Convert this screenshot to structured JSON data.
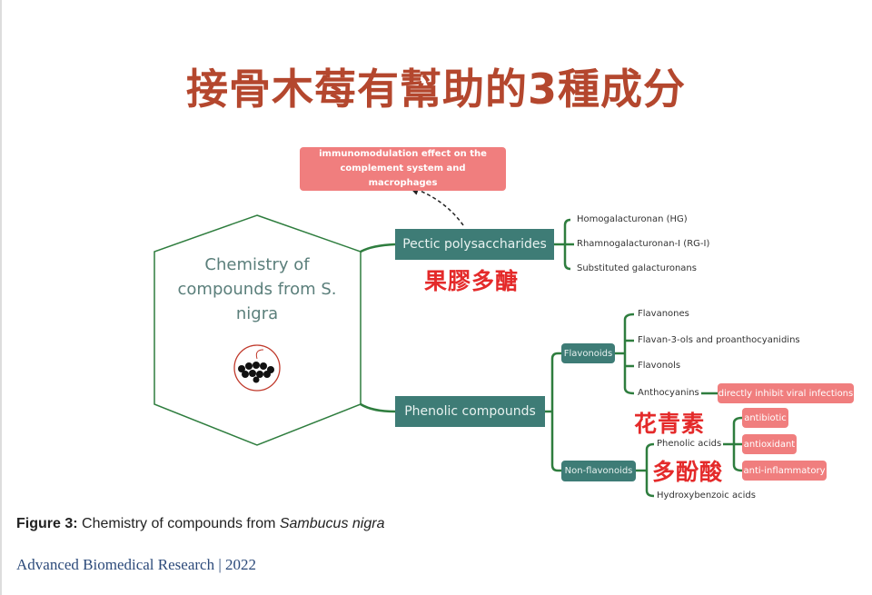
{
  "title": "接骨木莓有幫助的3種成分",
  "diagram": {
    "center": "Chemistry of compounds from S. nigra",
    "effect_top": "immunomodulation effect on the complement system and macrophages",
    "pectic": {
      "label": "Pectic polysaccharides",
      "zh": "果膠多醣",
      "items": [
        "Homogalacturonan (HG)",
        "Rhamnogalacturonan-I (RG-I)",
        "Substituted galacturonans"
      ]
    },
    "phenolic": {
      "label": "Phenolic compounds",
      "flavonoids": {
        "label": "Flavonoids",
        "items": [
          "Flavanones",
          "Flavan-3-ols and proanthocyanidins",
          "Flavonols",
          "Anthocyanins"
        ],
        "anthocyanin_effect": "directly inhibit viral infections",
        "zh": "花青素"
      },
      "non_flavonoids": {
        "label": "Non-flavonoids",
        "items": [
          "Phenolic acids",
          "Hydroxybenzoic acids"
        ],
        "effects": [
          "antibiotic",
          "antioxidant",
          "anti-inflammatory"
        ],
        "zh": "多酚酸"
      }
    }
  },
  "caption": {
    "bold": "Figure 3:",
    "text": " Chemistry of compounds from ",
    "italic": "Sambucus nigra"
  },
  "journal": "Advanced Biomedical Research | 2022",
  "colors": {
    "teal": "#3e7c76",
    "pink": "#f07e7e",
    "green": "#2e7d3e",
    "title": "#b4472e",
    "zh": "#e42a2a"
  }
}
